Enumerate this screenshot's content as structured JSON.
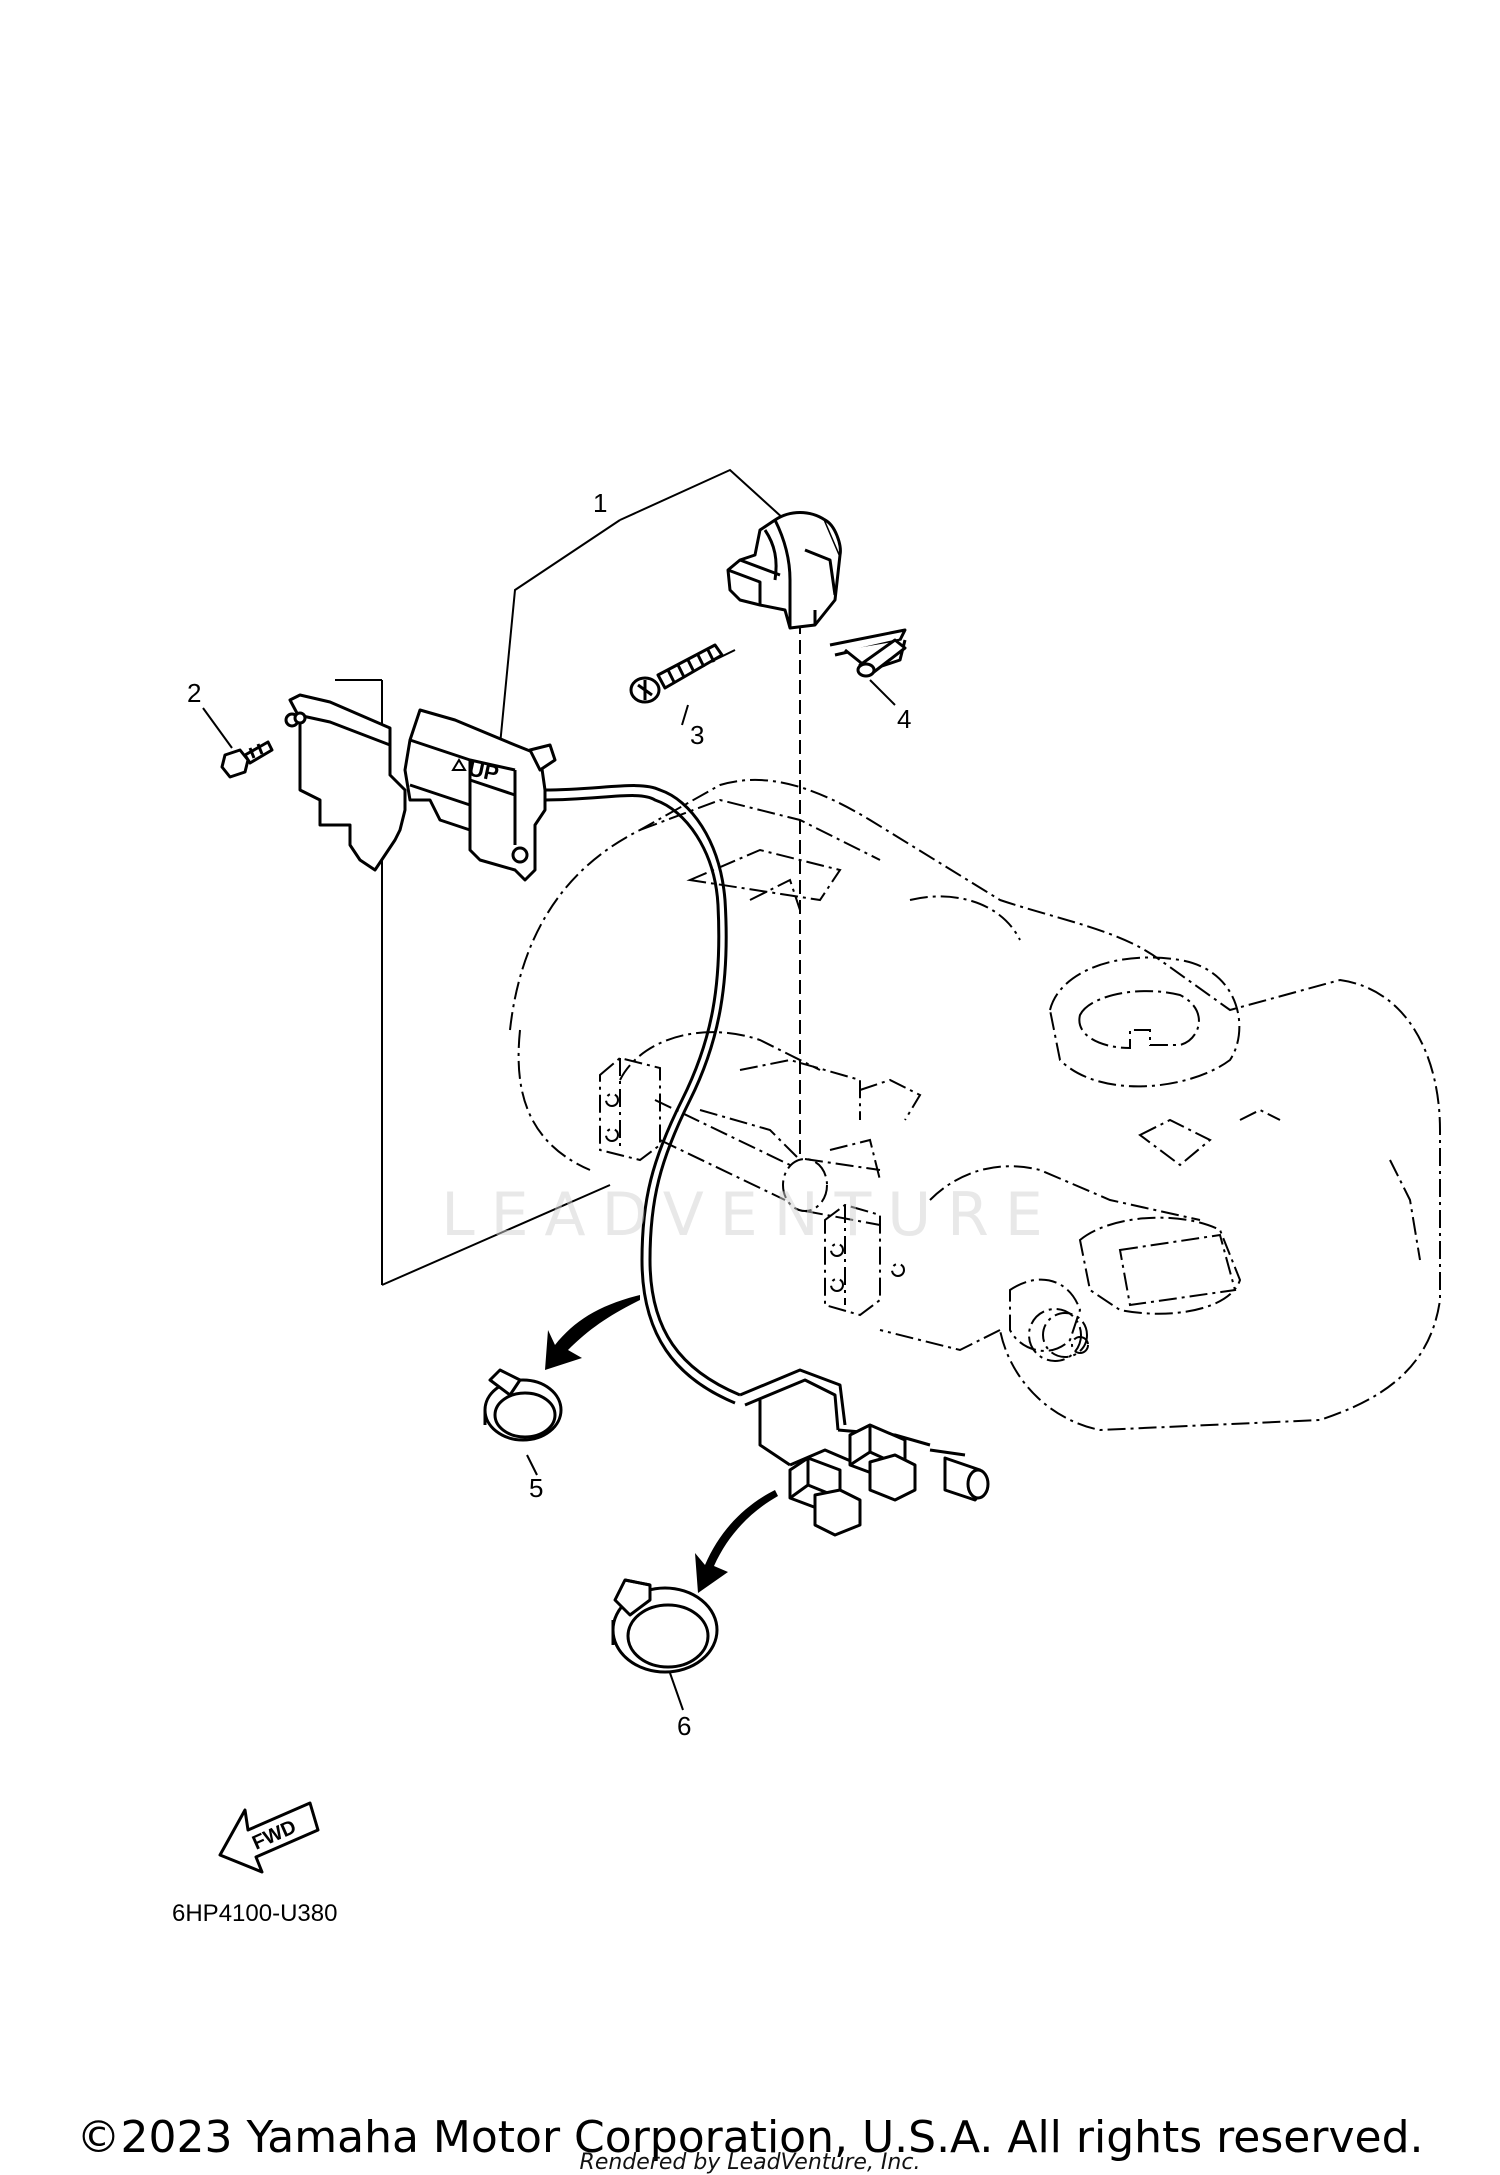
{
  "callouts": {
    "c1": "1",
    "c2": "2",
    "c3": "3",
    "c4": "4",
    "c5": "5",
    "c6": "6"
  },
  "diagram_code": "6HP4100-U380",
  "fwd_label": "FWD",
  "switch_label": "UP",
  "watermark": "LEADVENTURE",
  "copyright": "©2023 Yamaha Motor Corporation, U.S.A. All rights reserved.",
  "rendered_by": "Rendered by LeadVenture, Inc."
}
